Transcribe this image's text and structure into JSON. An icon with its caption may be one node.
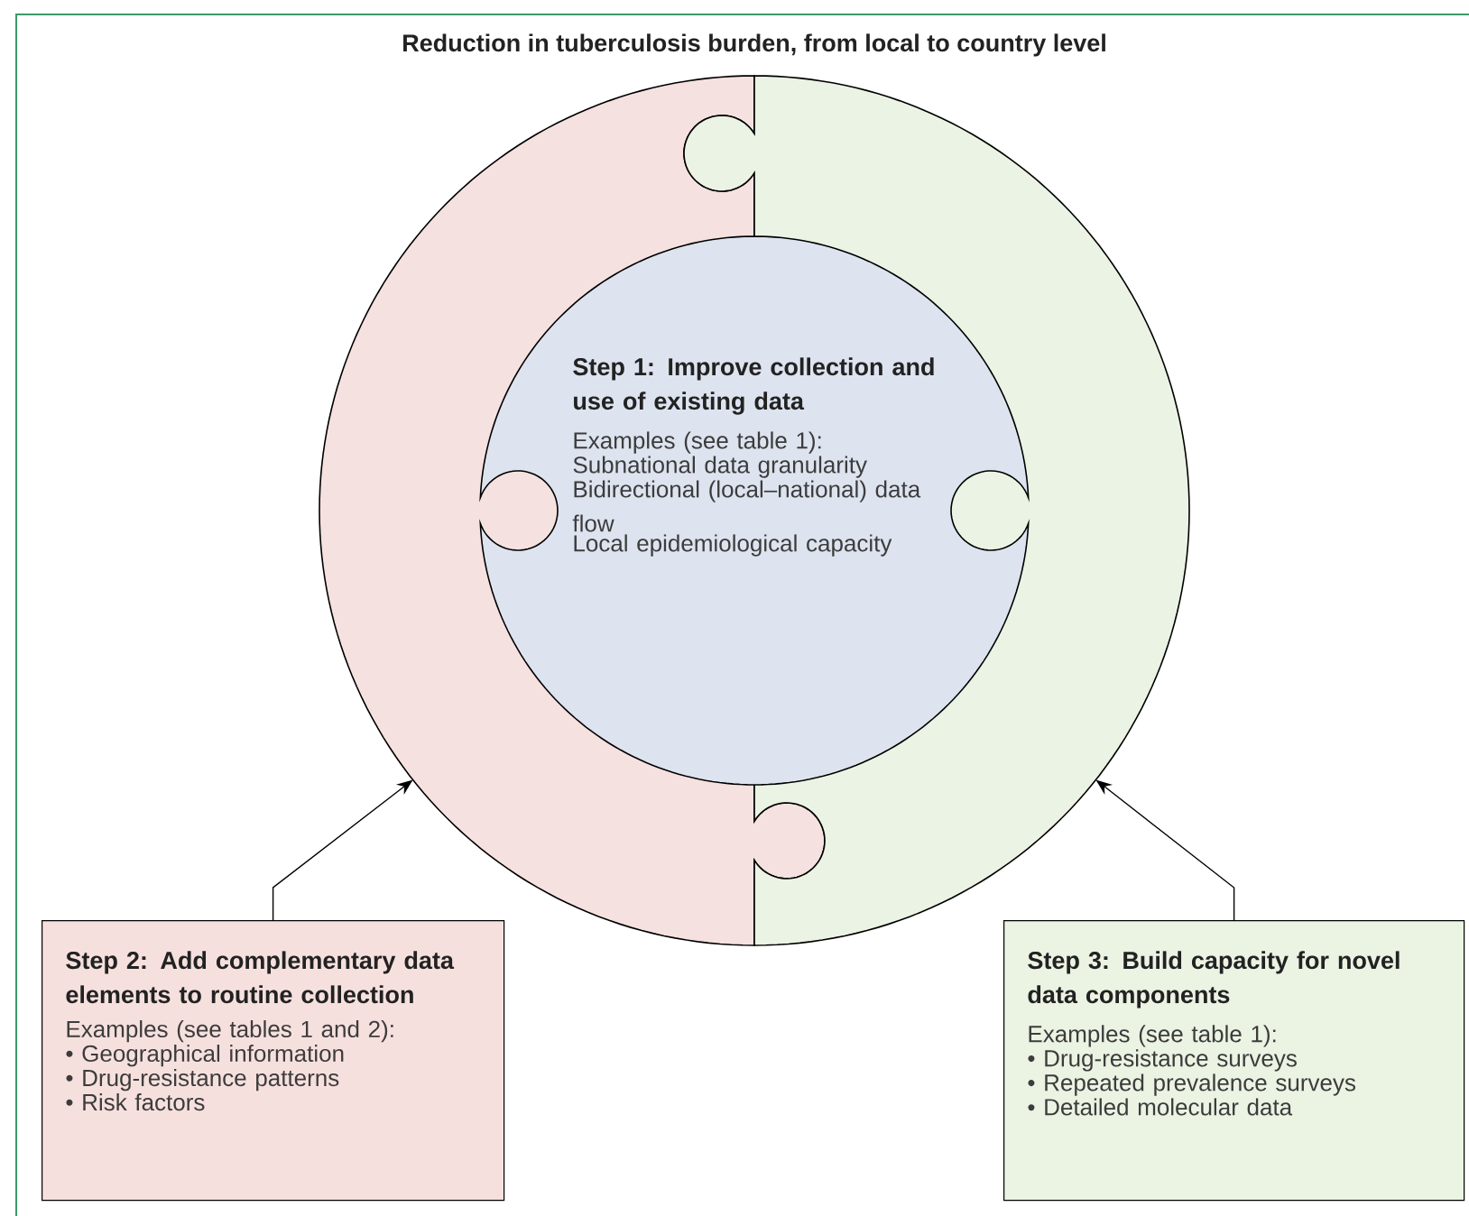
{
  "diagram": {
    "title": "Reduction in tuberculosis burden, from local to country level",
    "nodes": [
      {
        "text": [],
        "shape": "ring"
      },
      {
        "text": [],
        "shape": "ring"
      },
      {
        "text": [
          "Step 1: Improve collection and use of existing data",
          "Examples (see table 1):",
          "Subnational data granularity",
          "Bidirectional (local–national) data flow",
          "Local epidemiological capacity"
        ]
      },
      {
        "text": [
          "Step 2: Add complementary data elements to routine collection",
          "Examples (see tables 1 and 2):",
          "• Geographical information",
          "• Drug-resistance patterns",
          "• Risk factors"
        ]
      },
      {
        "text": [
          "Step 3: Build capacity for novel data components",
          "Examples (see table 1):",
          "• Drug-resistance surveys",
          "• Repeated prevalence surveys",
          "• Detailed molecular data"
        ]
      }
    ],
    "edges": [
      {
        "from": 3,
        "to": 0,
        "arrow": "to"
      },
      {
        "from": 4,
        "to": 1,
        "arrow": "to"
      }
    ]
  }
}
